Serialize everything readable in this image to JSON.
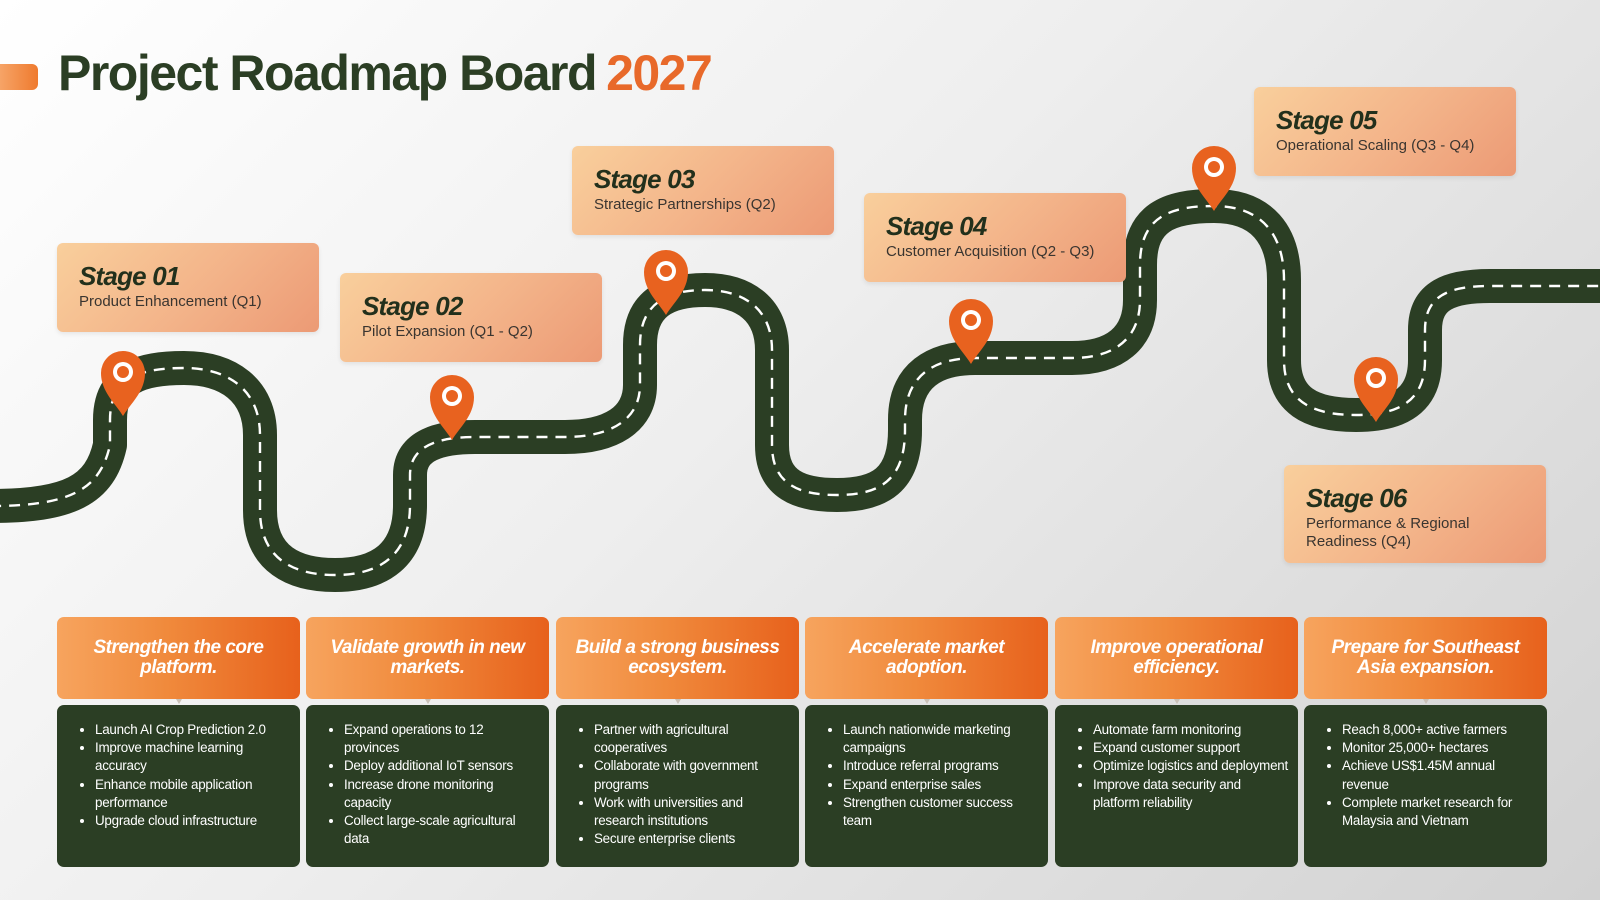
{
  "header": {
    "title": "Project Roadmap Board",
    "year": "2027"
  },
  "colors": {
    "road": "#2b3e24",
    "accent": "#e8692a",
    "card_from": "#f9cf9c",
    "card_to": "#ec9a75"
  },
  "stages": [
    {
      "title": "Stage 01",
      "subtitle": "Product Enhancement (Q1)"
    },
    {
      "title": "Stage 02",
      "subtitle": "Pilot Expansion (Q1 - Q2)"
    },
    {
      "title": "Stage 03",
      "subtitle": "Strategic Partnerships (Q2)"
    },
    {
      "title": "Stage 04",
      "subtitle": "Customer Acquisition (Q2 - Q3)"
    },
    {
      "title": "Stage 05",
      "subtitle": "Operational Scaling (Q3 - Q4)"
    },
    {
      "title": "Stage 06",
      "subtitle": "Performance & Regional Readiness (Q4)"
    }
  ],
  "columns": [
    {
      "goal": "Strengthen the core platform.",
      "items": [
        "Launch AI Crop Prediction 2.0",
        "Improve machine learning accuracy",
        "Enhance mobile application performance",
        "Upgrade cloud infrastructure"
      ]
    },
    {
      "goal": "Validate growth in new markets.",
      "items": [
        "Expand operations to 12 provinces",
        "Deploy additional IoT sensors",
        "Increase drone monitoring capacity",
        "Collect large-scale agricultural data"
      ]
    },
    {
      "goal": "Build a strong business ecosystem.",
      "items": [
        "Partner with agricultural cooperatives",
        "Collaborate with government programs",
        "Work with universities and research institutions",
        "Secure enterprise clients"
      ]
    },
    {
      "goal": "Accelerate market adoption.",
      "items": [
        "Launch nationwide marketing campaigns",
        "Introduce referral programs",
        "Expand enterprise sales",
        "Strengthen customer success team"
      ]
    },
    {
      "goal": "Improve operational efficiency.",
      "items": [
        "Automate farm monitoring",
        "Expand customer support",
        "Optimize logistics and deployment",
        "Improve data security and platform reliability"
      ]
    },
    {
      "goal": "Prepare for Southeast Asia expansion.",
      "items": [
        "Reach 8,000+ active farmers",
        "Monitor 25,000+ hectares",
        "Achieve US$1.45M annual revenue",
        "Complete market research for Malaysia and Vietnam"
      ]
    }
  ]
}
